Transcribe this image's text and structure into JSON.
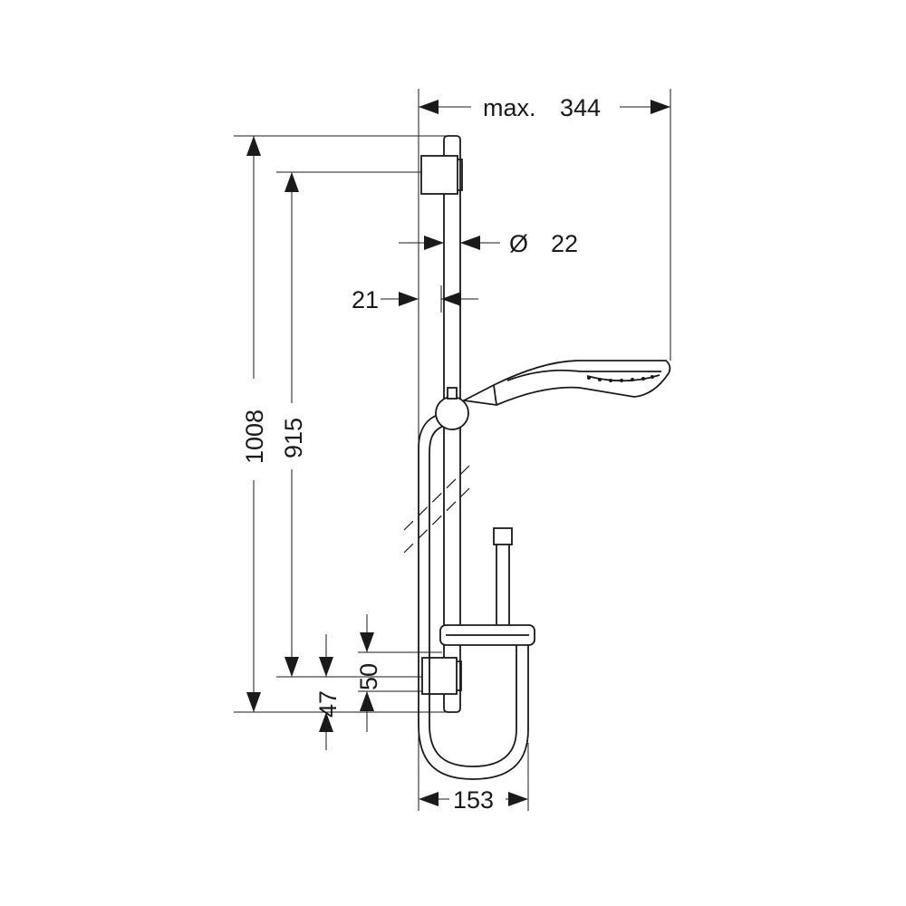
{
  "drawing": {
    "dimensions": {
      "max_label": "max.",
      "max_value": "344",
      "diameter_symbol": "Ø",
      "diameter_value": "22",
      "bar_offset": "21",
      "total_height": "1008",
      "holder_spacing": "915",
      "dim_50": "50",
      "dim_47": "47",
      "hose_width": "153"
    }
  }
}
